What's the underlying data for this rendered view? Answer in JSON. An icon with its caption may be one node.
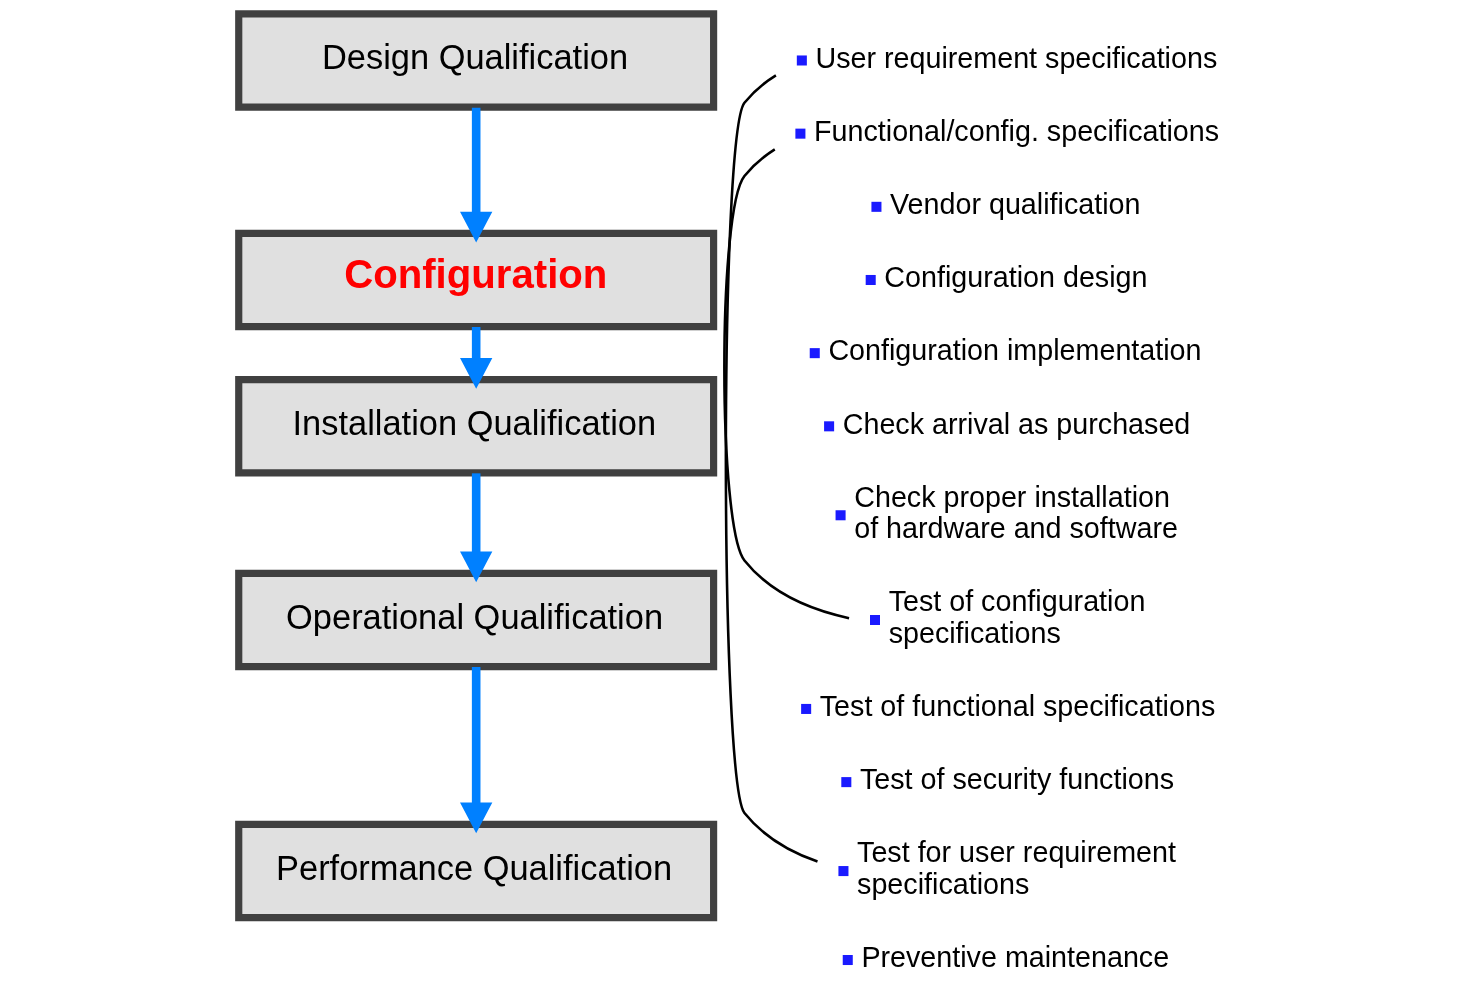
{
  "diagram": {
    "nodes": [
      {
        "text": [
          "Design Qualification"
        ]
      },
      {
        "text": [
          "Configuration"
        ]
      },
      {
        "text": [
          "Installation Qualification"
        ]
      },
      {
        "text": [
          "Operational Qualification"
        ]
      },
      {
        "text": [
          "Performance Qualification"
        ]
      },
      {
        "text": [
          "User requirement specifications"
        ]
      },
      {
        "text": [
          "Functional/config. specifications"
        ]
      },
      {
        "text": [
          "Test of configuration specifications"
        ]
      },
      {
        "text": [
          "Test for user requirement specifications"
        ]
      }
    ],
    "edges": [
      {
        "from": 0,
        "to": 1,
        "arrow": "to"
      },
      {
        "from": 1,
        "to": 2,
        "arrow": "to"
      },
      {
        "from": 2,
        "to": 3,
        "arrow": "to"
      },
      {
        "from": 3,
        "to": 4,
        "arrow": "to"
      },
      {
        "from": 5,
        "to": 8,
        "arrow": "none",
        "color": "#000000"
      },
      {
        "from": 6,
        "to": 7,
        "arrow": "none",
        "color": "#000000"
      }
    ],
    "labels": [
      "Vendor qualification",
      "Configuration design",
      "Configuration implementation",
      "Check arrival as purchased",
      "Check proper installation of hardware and software",
      "Test of functional specifications",
      "Test of security functions",
      "Preventive maintenance"
    ]
  }
}
